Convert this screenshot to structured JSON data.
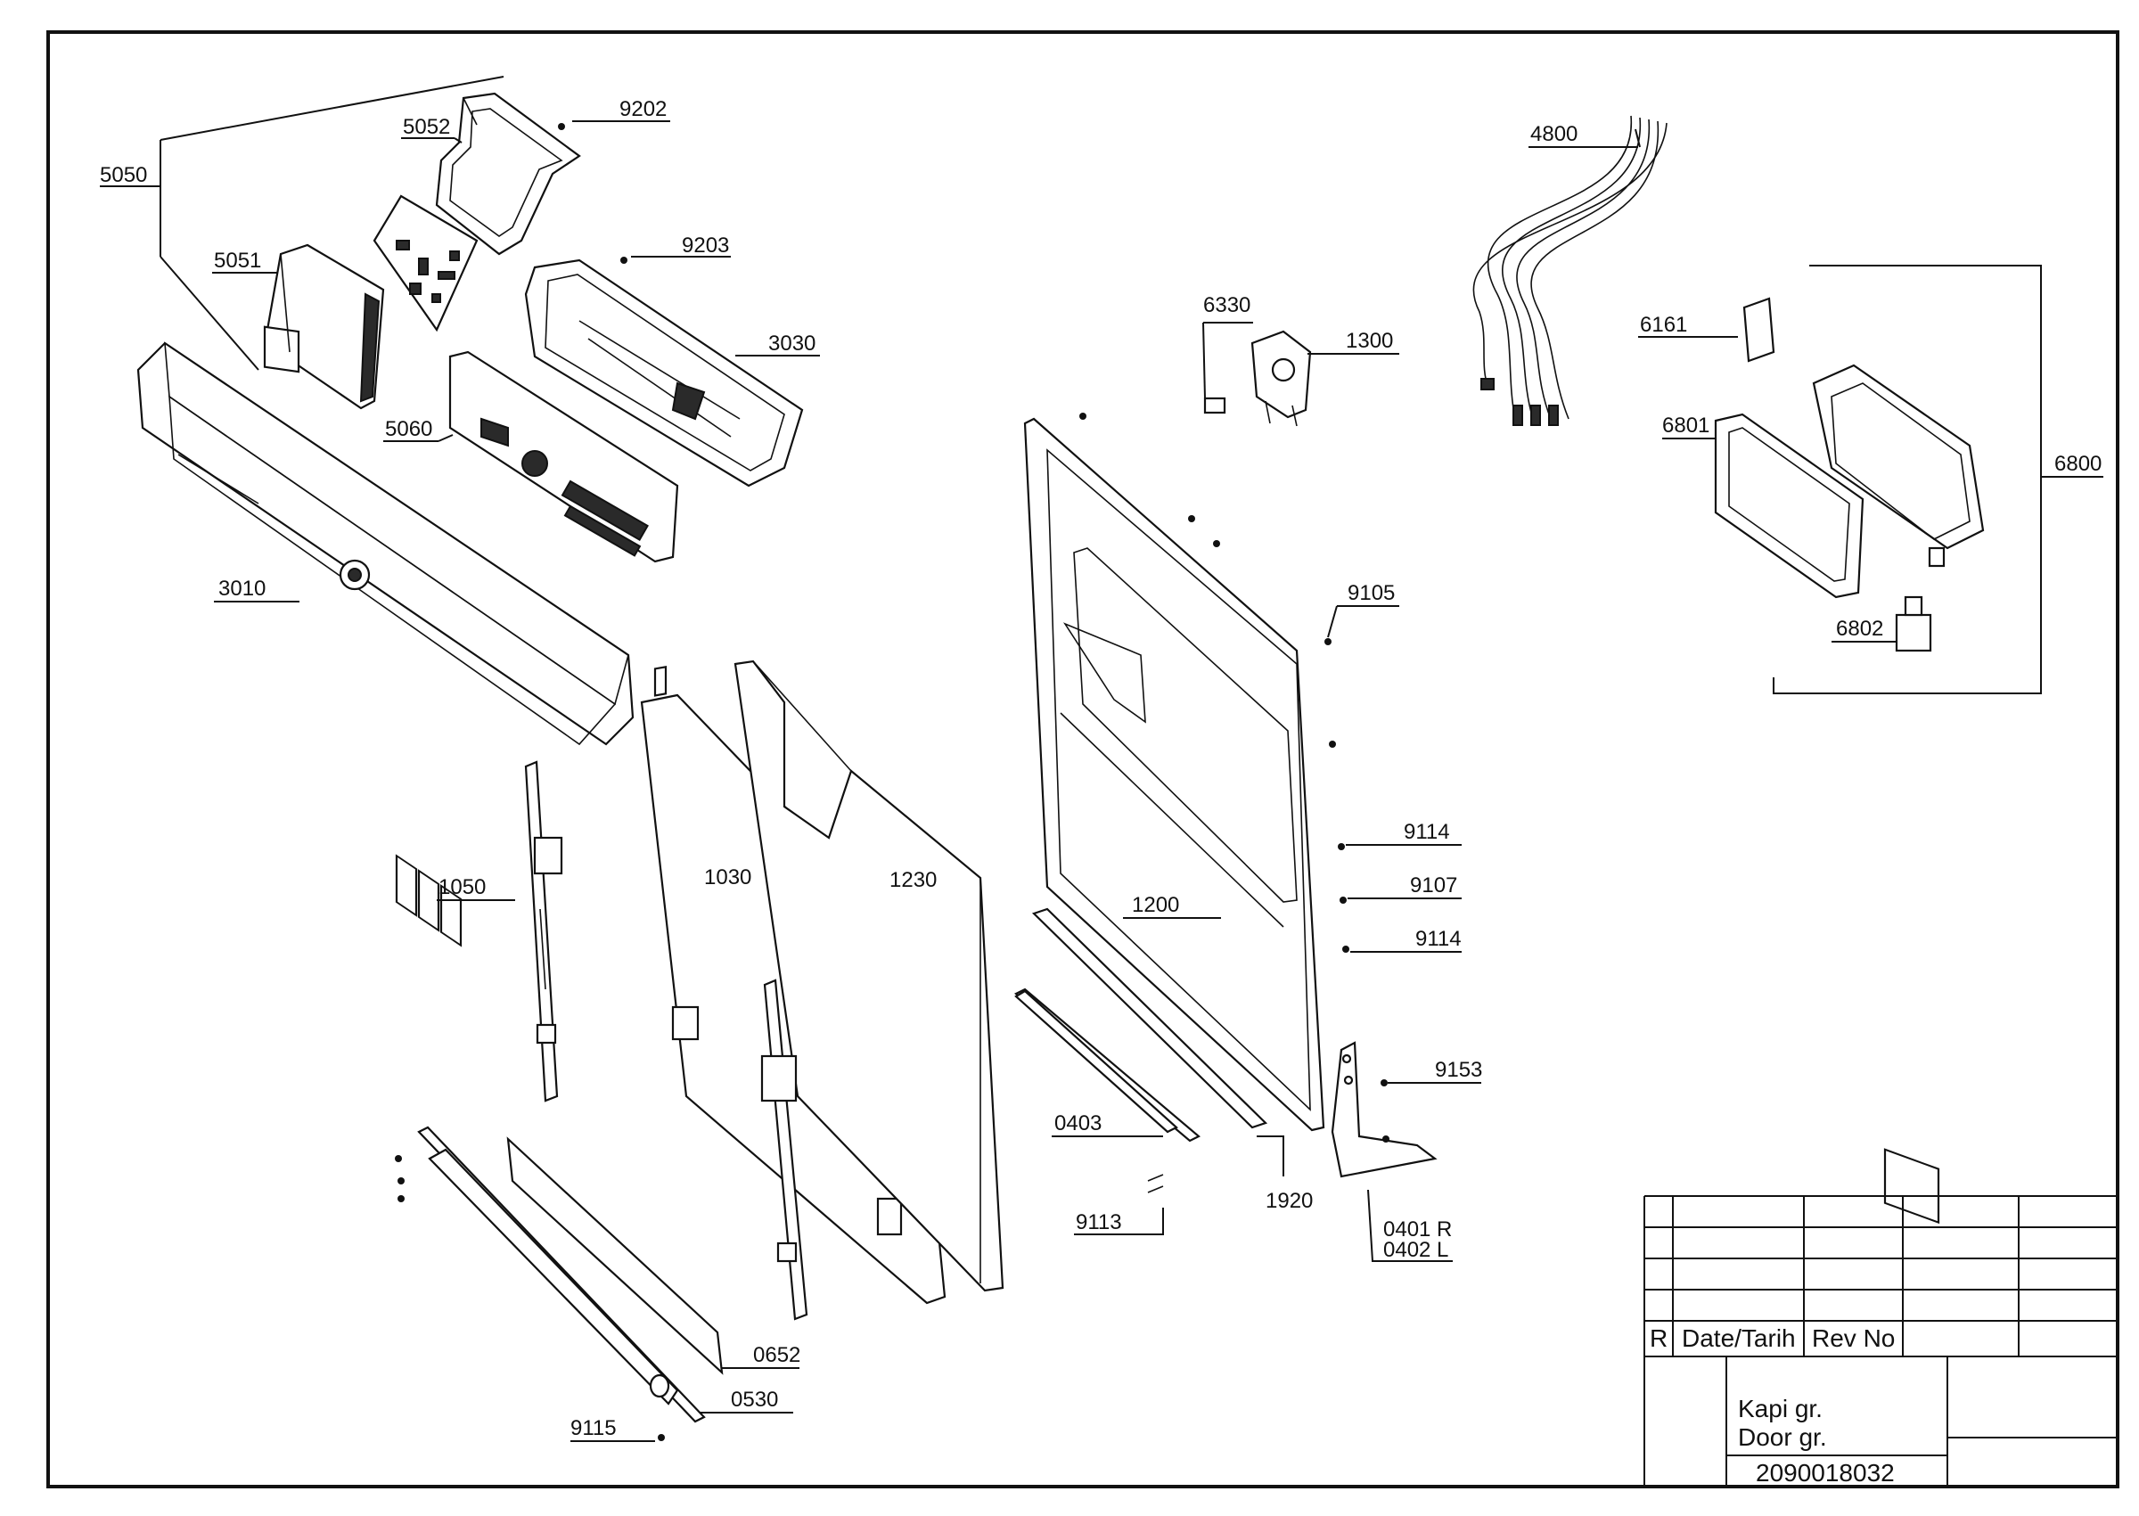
{
  "parts": {
    "p5050": "5050",
    "p5052": "5052",
    "p9202": "9202",
    "p5051": "5051",
    "p9203": "9203",
    "p3030": "3030",
    "p5060": "5060",
    "p3010": "3010",
    "p1050": "1050",
    "p1030": "1030",
    "p1230": "1230",
    "p0652": "0652",
    "p0530": "0530",
    "p9115": "9115",
    "p6330": "6330",
    "p1300": "1300",
    "p4800": "4800",
    "p6161": "6161",
    "p6801": "6801",
    "p6800": "6800",
    "p6802": "6802",
    "p9105": "9105",
    "p9114a": "9114",
    "p9107": "9107",
    "p9114b": "9114",
    "p9153": "9153",
    "p1200": "1200",
    "p0403": "0403",
    "p1920": "1920",
    "p9113": "9113",
    "p0401": "0401 R",
    "p0402": "0402 L"
  },
  "title_block": {
    "r": "R",
    "date": "Date/Tarih",
    "rev": "Rev No",
    "name_tr": "Kapi gr.",
    "name_en": "Door gr.",
    "doc_no": "2090018032"
  }
}
